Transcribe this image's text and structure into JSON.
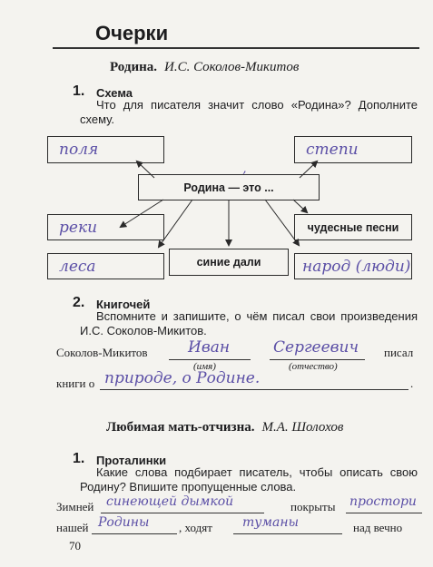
{
  "page": {
    "title": "Очерки",
    "number": "70"
  },
  "section1": {
    "title": "Родина.",
    "author": "И.С. Соколов-Микитов",
    "ex1": {
      "num": "1.",
      "name": "Схема",
      "instruction": "Что для писателя значит слово «Родина»? Дополните схему.",
      "center": "Родина",
      "center_dash": "—",
      "center_mark": "ʼ",
      "center_tail": "это ...",
      "boxes": {
        "top_left": "поля",
        "top_right": "степи",
        "mid_left": "реки",
        "mid_right": "чудесные песни",
        "bottom_left": "леса",
        "bottom_center": "синие дали",
        "bottom_right": "народ (люди)"
      }
    },
    "ex2": {
      "num": "2.",
      "name": "Книгочей",
      "instruction": "Вспомните и запишите, о чём писал свои произведения И.С. Соколов-Микитов.",
      "line1_start": "Соколов-Микитов",
      "first_name": "Иван",
      "patronymic": "Сергеевич",
      "line1_end": "писал",
      "hint_name": "(имя)",
      "hint_patronymic": "(отчество)",
      "line2_start": "книги о",
      "about": "природе, о Родине.",
      "line2_end": "."
    }
  },
  "section2": {
    "title": "Любимая мать-отчизна.",
    "author": "М.А. Шолохов",
    "ex1": {
      "num": "1.",
      "name": "Проталинки",
      "instruction": "Какие слова подбирает писатель, чтобы описать свою Родину? Впишите пропущенные слова.",
      "line1_start": "Зимней",
      "fill1": "синеющей дымкой",
      "line1_mid": "покрыты",
      "fill2": "простори",
      "line2_start": "нашей",
      "fill3": "Родины",
      "line2_mid": ", ходят",
      "fill4": "туманы",
      "line2_end": "над вечно"
    }
  }
}
